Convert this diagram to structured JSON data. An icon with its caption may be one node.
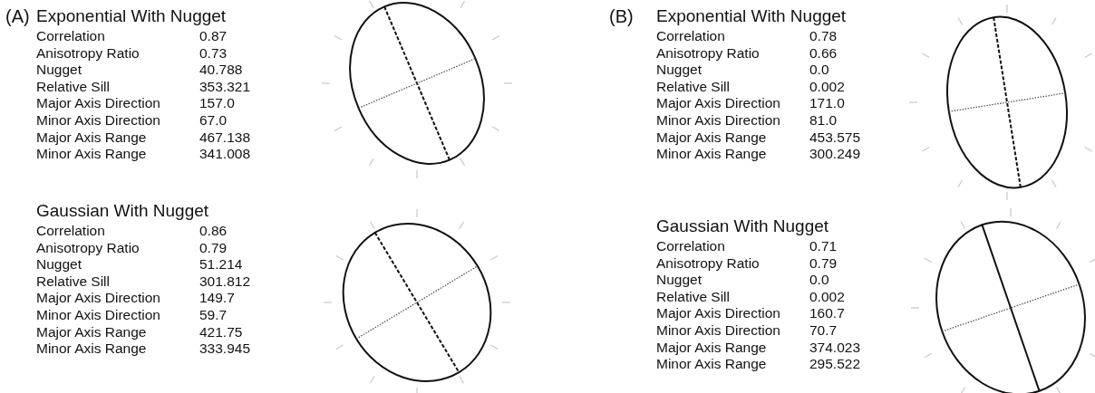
{
  "diagram": {
    "labels": [
      "(A)",
      "Exponential With Nugget",
      "Correlation",
      "0.87",
      "Anisotropy Ratio",
      "0.73",
      "Nugget",
      "40.788",
      "Relative Sill",
      "353.321",
      "Major Axis Direction",
      "157.0",
      "Minor Axis Direction",
      "67.0",
      "Major Axis Range",
      "467.138",
      "Minor Axis Range",
      "341.008",
      "Gaussian With Nugget",
      "Correlation",
      "0.86",
      "Anisotropy Ratio",
      "0.79",
      "Nugget",
      "51.214",
      "Relative Sill",
      "301.812",
      "Major Axis Direction",
      "149.7",
      "Minor Axis Direction",
      "59.7",
      "Major Axis Range",
      "421.75",
      "Minor Axis Range",
      "333.945",
      "(B)",
      "Exponential With Nugget",
      "Correlation",
      "0.78",
      "Anisotropy Ratio",
      "0.66",
      "Nugget",
      "0.0",
      "Relative Sill",
      "0.002",
      "Major Axis Direction",
      "171.0",
      "Minor Axis Direction",
      "81.0",
      "Major Axis Range",
      "453.575",
      "Minor Axis Range",
      "300.249",
      "Gaussian With Nugget",
      "Correlation",
      "0.71",
      "Anisotropy Ratio",
      "0.79",
      "Nugget",
      "0.0",
      "Relative Sill",
      "0.002",
      "Major Axis Direction",
      "160.7",
      "Minor Axis Direction",
      "70.7",
      "Major Axis Range",
      "374.023",
      "Minor Axis Range",
      "295.522"
    ]
  }
}
